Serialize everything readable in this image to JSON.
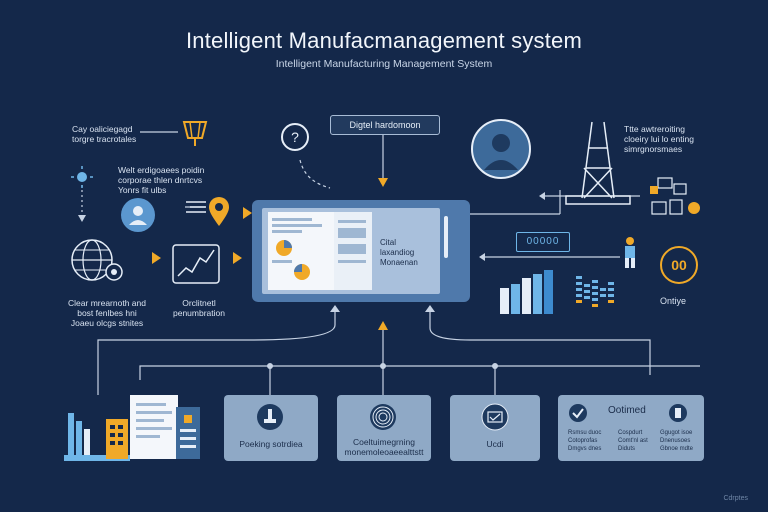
{
  "header": {
    "title": "Intelligent Manufacmanagement system",
    "subtitle": "Intelligent Manufacturing Management System"
  },
  "nodes": {
    "top_left_label": "Cay oaliciegagd\ntorgre tracrotales",
    "mid_left_label": "Welt erdigoaees poidin\ncorporae thlen dnrtcvs\nYonrs fit ulbs",
    "digital_box": "Digtel hardomoon",
    "tablet_label": "Cital\nlaxandiog\nMonaenan",
    "bottom_left_label": "Clear mrearnoth and\nbost fenlbes hni\nJoaeu olcgs stnites",
    "chart_label": "Orclitnetl\npenumbration",
    "right_top_label": "Ttte awtreroiting\ncloeiry lui lo enting\nsimrgnorsmaes",
    "right_code": "00",
    "right_mid_label": "Ontiye",
    "dashboard_code": "00000"
  },
  "boxes": [
    {
      "label": "Poeking sotrdiea"
    },
    {
      "label": "Coeltuimegrning\nmonemoleoaeealttstt"
    },
    {
      "label": "Ucdi"
    },
    {
      "label": "Ootimed",
      "col1": "Rsmsu duoc\nCotoprofas\nDmgvs dnes",
      "col2": "Cospdurt\nComt'nl ast\nDiduts",
      "col3": "Ggugot isoe\nDnenusoes\nGbnoe mdte"
    }
  ],
  "footer": {
    "watermark": "Cdrptes"
  },
  "colors": {
    "background": "#14284a",
    "accent": "#f0a928",
    "panel": "#8fa9c6",
    "line": "#c7d3e4"
  }
}
